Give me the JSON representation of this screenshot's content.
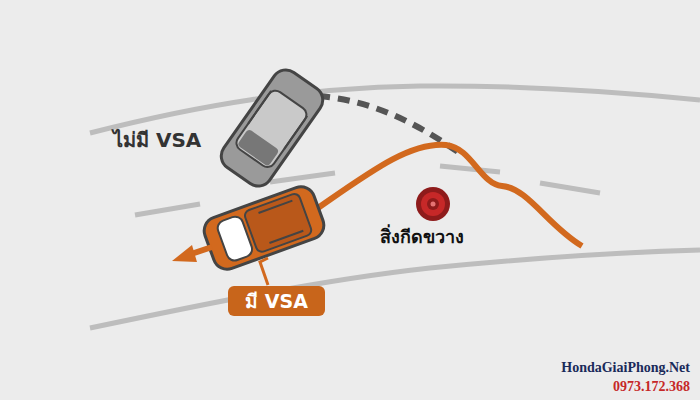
{
  "diagram": {
    "nodes": [
      {
        "text": [
          "มี VSA"
        ]
      }
    ],
    "labels": [
      "ไม่มี VSA",
      "สิ่งกีดขวาง",
      "HondaGiaiPhong.Net",
      "0973.172.368"
    ]
  }
}
